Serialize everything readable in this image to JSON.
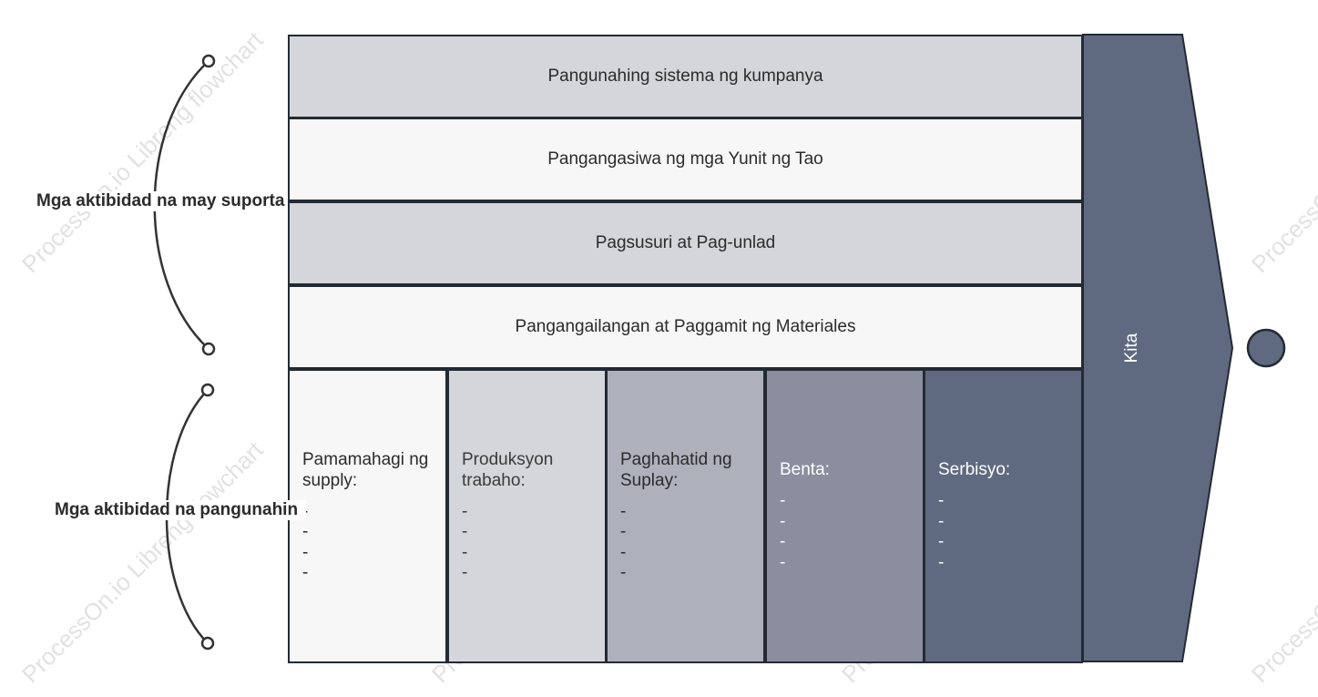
{
  "support_label": "Mga aktibidad na may suporta",
  "primary_label": "Mga aktibidad na pangunahin",
  "support_rows": [
    "Pangunahing sistema ng kumpanya",
    "Pangangasiwa ng mga Yunit ng Tao",
    "Pagsusuri at Pag-unlad",
    "Pangangailangan at Paggamit ng Materiales"
  ],
  "primary_columns": [
    {
      "title": "Pamamahagi ng supply:",
      "items": [
        "-",
        "-",
        "-",
        "-"
      ]
    },
    {
      "title": "Produksyon trabaho:",
      "items": [
        "-",
        "-",
        "-",
        "-"
      ]
    },
    {
      "title": "Paghahatid ng Suplay:",
      "items": [
        "-",
        "-",
        "-",
        "-"
      ]
    },
    {
      "title": "Benta:",
      "items": [
        "-",
        "-",
        "-",
        "-"
      ]
    },
    {
      "title": "Serbisyo:",
      "items": [
        "-",
        "-",
        "-",
        "-"
      ]
    }
  ],
  "margin_label": "Kita",
  "watermark": "ProcessOn.io Libreng flowchart",
  "colors": {
    "row_gray": "#d5d6dc",
    "row_white": "#f7f7f8",
    "columns": [
      "#f7f7f8",
      "#d5d6dc",
      "#aeb1bc",
      "#8a8e9f",
      "#5f6a80"
    ],
    "arrow": "#5f6a80",
    "border": "#232a33"
  }
}
